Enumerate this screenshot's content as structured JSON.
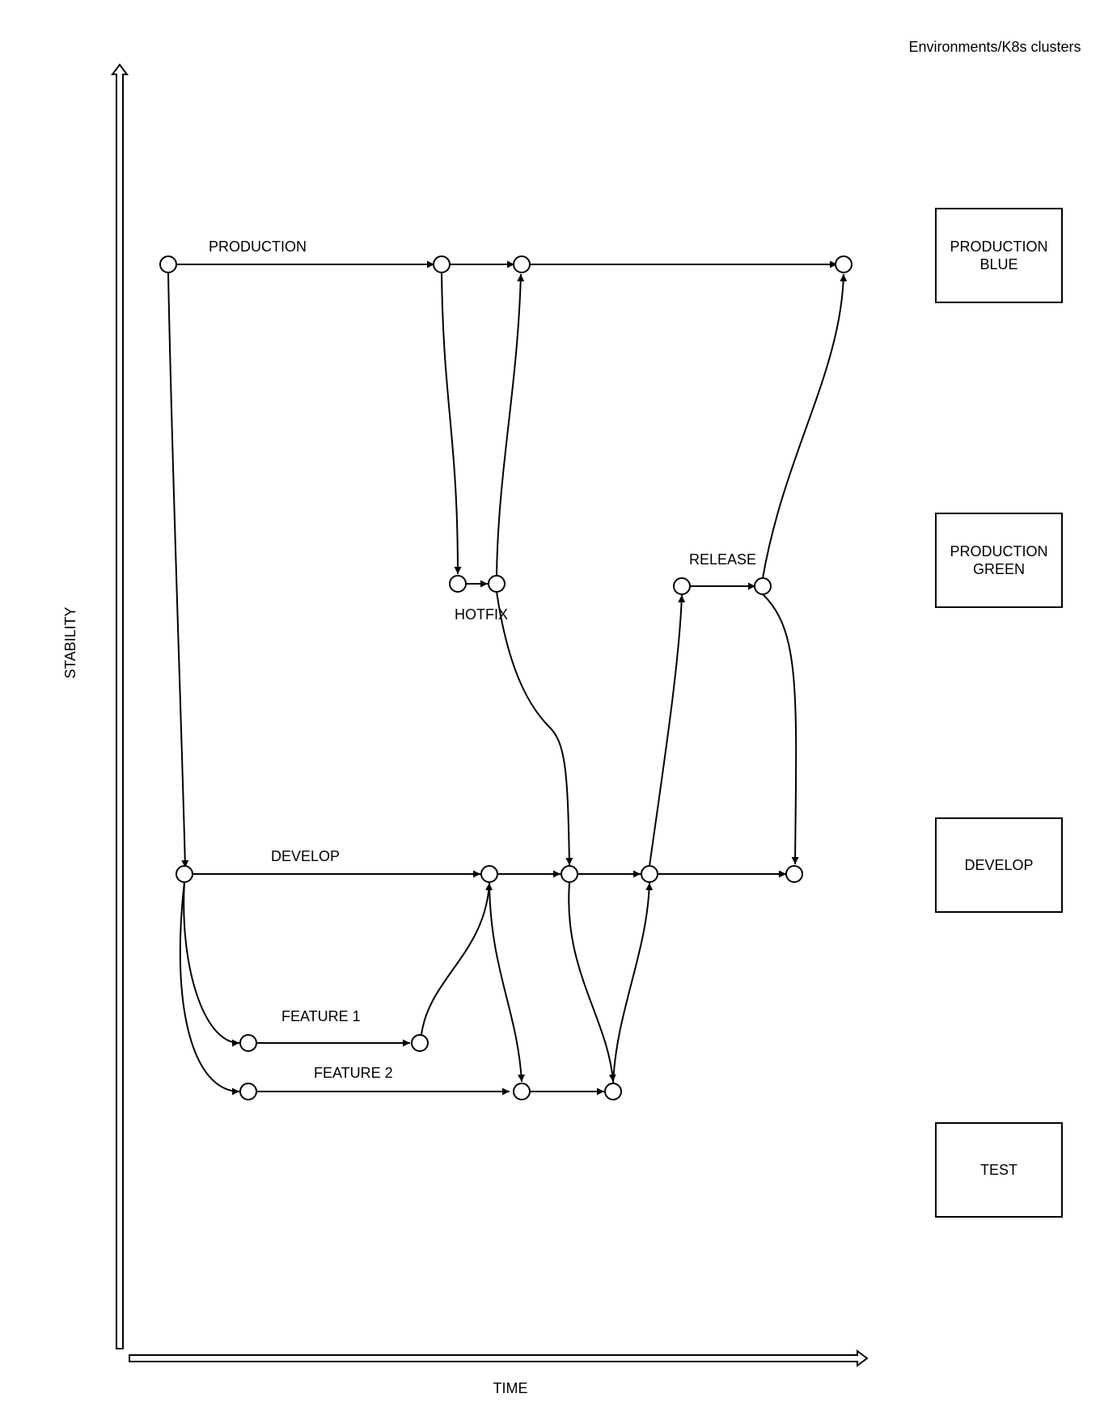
{
  "axes": {
    "y_label": "STABILITY",
    "x_label": "TIME"
  },
  "environments": {
    "title": "Environments/K8s clusters",
    "boxes": [
      {
        "line1": "PRODUCTION",
        "line2": "BLUE"
      },
      {
        "line1": "PRODUCTION",
        "line2": "GREEN"
      },
      {
        "line1": "DEVELOP",
        "line2": ""
      },
      {
        "line1": "TEST",
        "line2": ""
      }
    ]
  },
  "branches": {
    "production": "PRODUCTION",
    "hotfix": "HOTFIX",
    "release": "RELEASE",
    "develop": "DEVELOP",
    "feature1": "FEATURE 1",
    "feature2": "FEATURE 2"
  }
}
